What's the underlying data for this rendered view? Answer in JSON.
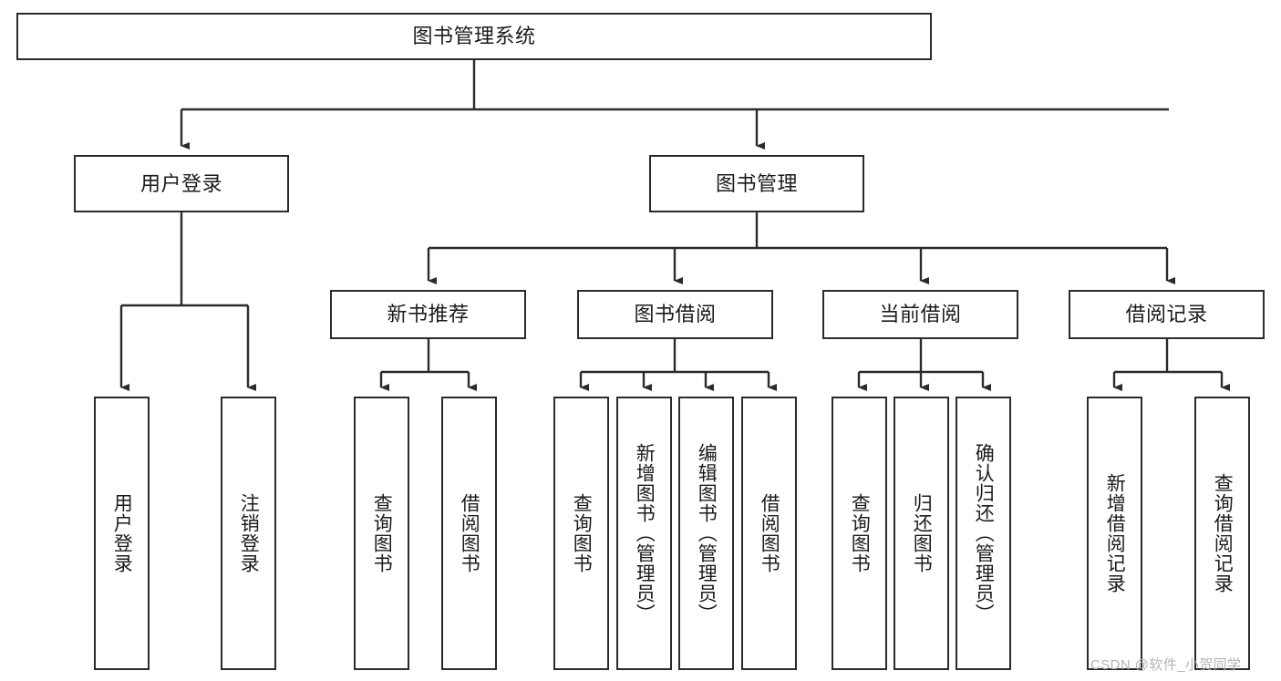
{
  "diagram": {
    "type": "tree-hierarchy-chart",
    "root": {
      "label": "图书管理系统"
    },
    "level2": [
      {
        "label": "用户登录"
      },
      {
        "label": "图书管理"
      }
    ],
    "level3": [
      {
        "label": "新书推荐"
      },
      {
        "label": "图书借阅"
      },
      {
        "label": "当前借阅"
      },
      {
        "label": "借阅记录"
      }
    ],
    "leaves": {
      "user_login": [
        {
          "label": "用户登录"
        },
        {
          "label": "注销登录"
        }
      ],
      "new_book_recommend": [
        {
          "label": "查询图书"
        },
        {
          "label": "借阅图书"
        }
      ],
      "book_borrow": [
        {
          "label": "查询图书"
        },
        {
          "label": "新增图书（管理员）"
        },
        {
          "label": "编辑图书（管理员）"
        },
        {
          "label": "借阅图书"
        }
      ],
      "current_borrow": [
        {
          "label": "查询图书"
        },
        {
          "label": "归还图书"
        },
        {
          "label": "确认归还（管理员）"
        }
      ],
      "borrow_record": [
        {
          "label": "新增借阅记录"
        },
        {
          "label": "查询借阅记录"
        }
      ]
    }
  },
  "watermark": {
    "text": "CSDN @软件_小贺同学"
  },
  "colors": {
    "box_border": "#2b2b2b",
    "box_fill": "#ffffff",
    "connector": "#2b2b2b",
    "text": "#1b1b1b",
    "watermark": "#b4b4b4"
  }
}
